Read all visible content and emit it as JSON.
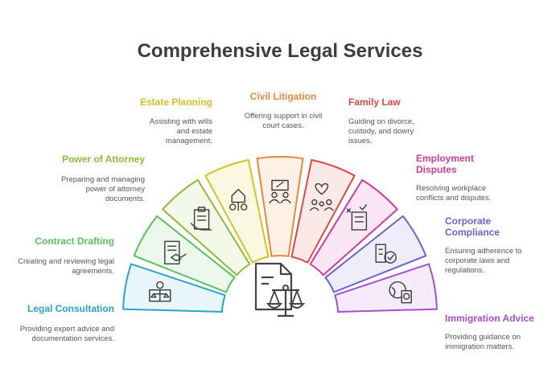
{
  "title": "Comprehensive Legal Services",
  "services": [
    {
      "key": "legal_consultation",
      "title": "Legal Consultation",
      "description": "Providing expert advice and documentation services.",
      "color": "#2ba3cb",
      "fill": "#e8f6fb",
      "icon": "lawyer-at-desk-icon"
    },
    {
      "key": "contract_drafting",
      "title": "Contract Drafting",
      "description": "Creating and reviewing legal agreements.",
      "color": "#5cc05e",
      "fill": "#ecf8ec",
      "icon": "contract-handshake-icon"
    },
    {
      "key": "power_of_attorney",
      "title": "Power of Attorney",
      "description": "Preparing and managing power of attorney documents.",
      "color": "#8bbd3a",
      "fill": "#f3f8e8",
      "icon": "clipboard-hand-icon"
    },
    {
      "key": "estate_planning",
      "title": "Estate Planning",
      "description": "Assisting with wills and estate management.",
      "color": "#d5c120",
      "fill": "#fbf8e1",
      "icon": "house-tree-icon"
    },
    {
      "key": "civil_litigation",
      "title": "Civil Litigation",
      "description": "Offering support in civil court cases.",
      "color": "#e9873d",
      "fill": "#fdf0e6",
      "icon": "gavel-people-icon"
    },
    {
      "key": "family_law",
      "title": "Family Law",
      "description": "Guiding on divorce, custody, and dowry issues.",
      "color": "#dc4a45",
      "fill": "#fbe9e8",
      "icon": "heart-family-icon"
    },
    {
      "key": "employment_disputes",
      "title": "Employment Disputes",
      "description": "Resolving workplace conflicts and disputes.",
      "color": "#d53a98",
      "fill": "#fbe7f3",
      "icon": "workplace-complaint-icon"
    },
    {
      "key": "corporate_compliance",
      "title": "Corporate Compliance",
      "description": "Ensuring adherence to corporate laws and regulations.",
      "color": "#7060cf",
      "fill": "#efedfa",
      "icon": "building-check-icon"
    },
    {
      "key": "immigration_advice",
      "title": "Immigration Advice",
      "description": "Providing guidance on immigration matters.",
      "color": "#a84ed1",
      "fill": "#f5ebfa",
      "icon": "globe-passport-icon"
    }
  ],
  "center_icon": "document-scales-icon"
}
